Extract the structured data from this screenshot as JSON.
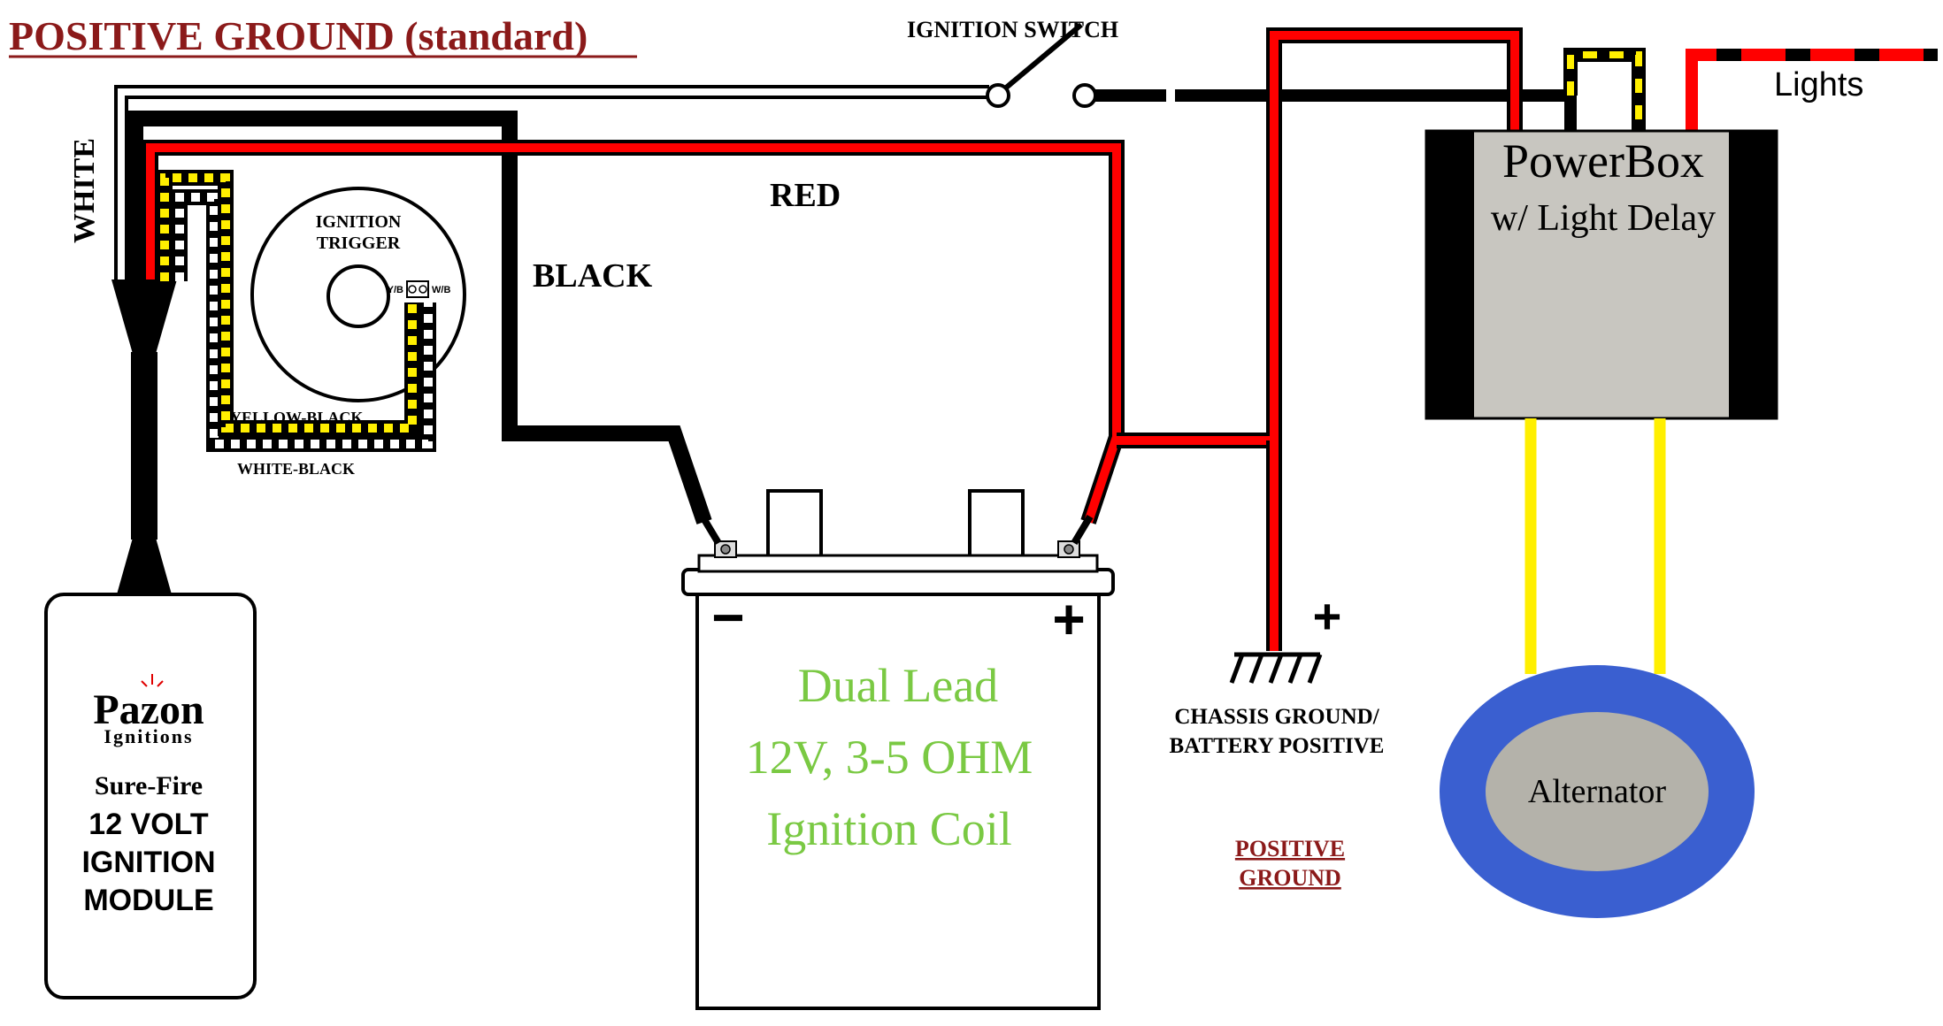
{
  "title": "POSITIVE GROUND (standard)",
  "labels": {
    "ignition_switch": "IGNITION SWITCH",
    "white": "WHITE",
    "black": "BLACK",
    "red": "RED",
    "lights": "Lights",
    "ignition_trigger_line1": "IGNITION",
    "ignition_trigger_line2": "TRIGGER",
    "yb": "Y/B",
    "wb": "W/B",
    "yellow_black": "YELLOW-BLACK",
    "white_black": "WHITE-BLACK",
    "chassis_ground_line1": "CHASSIS GROUND/",
    "chassis_ground_line2": "BATTERY POSITIVE",
    "positive_ground_line1": "POSITIVE",
    "positive_ground_line2": "GROUND",
    "plus": "+",
    "minus": "−"
  },
  "module": {
    "brand": "Pazon",
    "brand_sub": "Ignitions",
    "line1": "Sure-Fire",
    "line2": "12 VOLT",
    "line3": "IGNITION",
    "line4": "MODULE"
  },
  "coil": {
    "line1": "Dual Lead",
    "line2": "12V, 3-5 OHM",
    "line3": "Ignition Coil"
  },
  "powerbox": {
    "line1": "PowerBox",
    "line2": "w/ Light Delay"
  },
  "alternator": {
    "label": "Alternator"
  },
  "colors": {
    "title": "#8b1a1a",
    "red_wire": "#ff0000",
    "black_wire": "#000000",
    "yellow_wire": "#ffef00",
    "coil_text": "#7ac943",
    "powerbox_body": "#c8c6c0",
    "alternator_ring": "#3a5fd0",
    "alternator_core": "#b4b2aa"
  }
}
